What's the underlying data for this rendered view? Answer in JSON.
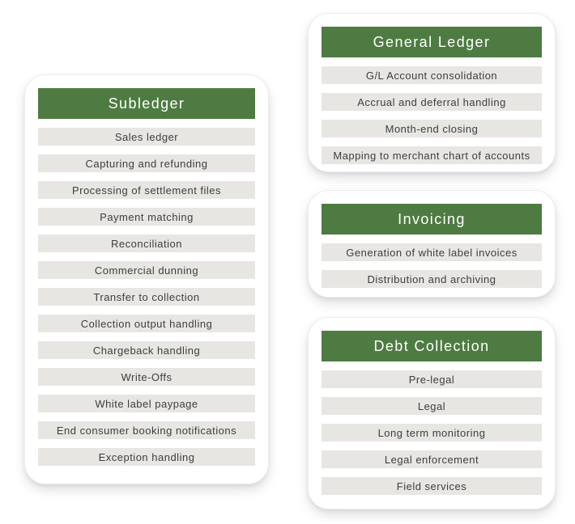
{
  "colors": {
    "header_bg": "#4e7b41",
    "header_text": "#ffffff",
    "item_bg": "#e8e6e3",
    "item_text": "#3d3d3d",
    "card_bg": "#ffffff",
    "page_bg": "#ffffff"
  },
  "cards": [
    {
      "title": "Subledger",
      "items": [
        "Sales ledger",
        "Capturing and refunding",
        "Processing of settlement files",
        "Payment matching",
        "Reconciliation",
        "Commercial dunning",
        "Transfer to collection",
        "Collection output handling",
        "Chargeback handling",
        "Write-Offs",
        "White label paypage",
        "End consumer booking notifications",
        "Exception handling"
      ]
    },
    {
      "title": "General Ledger",
      "items": [
        "G/L Account consolidation",
        "Accrual and deferral handling",
        "Month-end closing",
        "Mapping to merchant chart of accounts"
      ]
    },
    {
      "title": "Invoicing",
      "items": [
        "Generation of white label invoices",
        "Distribution and archiving"
      ]
    },
    {
      "title": "Debt Collection",
      "items": [
        "Pre-legal",
        "Legal",
        "Long term monitoring",
        "Legal enforcement",
        "Field services"
      ]
    }
  ]
}
